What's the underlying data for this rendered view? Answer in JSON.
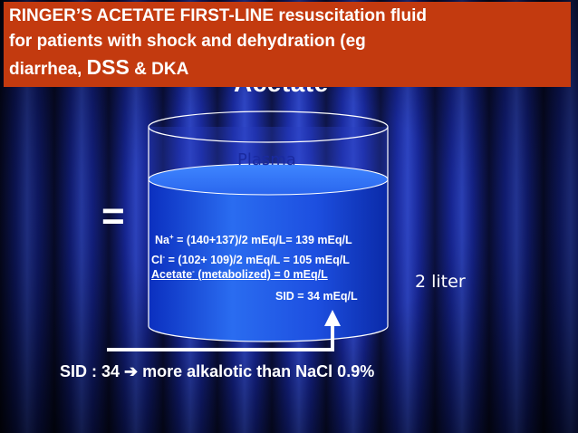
{
  "banner": {
    "line1": "RINGER’S ACETATE FIRST-LINE resuscitation fluid",
    "line2": "for patients with shock and dehydration (eg",
    "line3_pre": "diarrhea, ",
    "line3_big": "DSS",
    "line3_post": " & DKA"
  },
  "hidden_title": "Acetate",
  "equals_sign": "=",
  "container": {
    "plasma_label": "Plasma",
    "na_line_a": "Na",
    "na_sup": "+",
    "na_line_b": " = (140+137)/2 mEq/L= 139 mEq/L",
    "cl_line_a": "Cl",
    "cl_sup": "-",
    "cl_line_b": " = (102+ 109)/2 mEq/L = 105 mEq/L",
    "acetate_a": "Acetate",
    "acetate_sup": "-",
    "acetate_b": " (metabolized) =    0 mEq/L",
    "sid_inside": "SID  =   34 mEq/L",
    "volume_label": "2 liter"
  },
  "sid_summary": {
    "prefix": "SID :  34  ",
    "arrow": "➔",
    "suffix": " more alkalotic than NaCl 0.9%"
  },
  "colors": {
    "banner": "#c33a0f",
    "fluid": "#1f4fd8",
    "background": "#15207a"
  }
}
